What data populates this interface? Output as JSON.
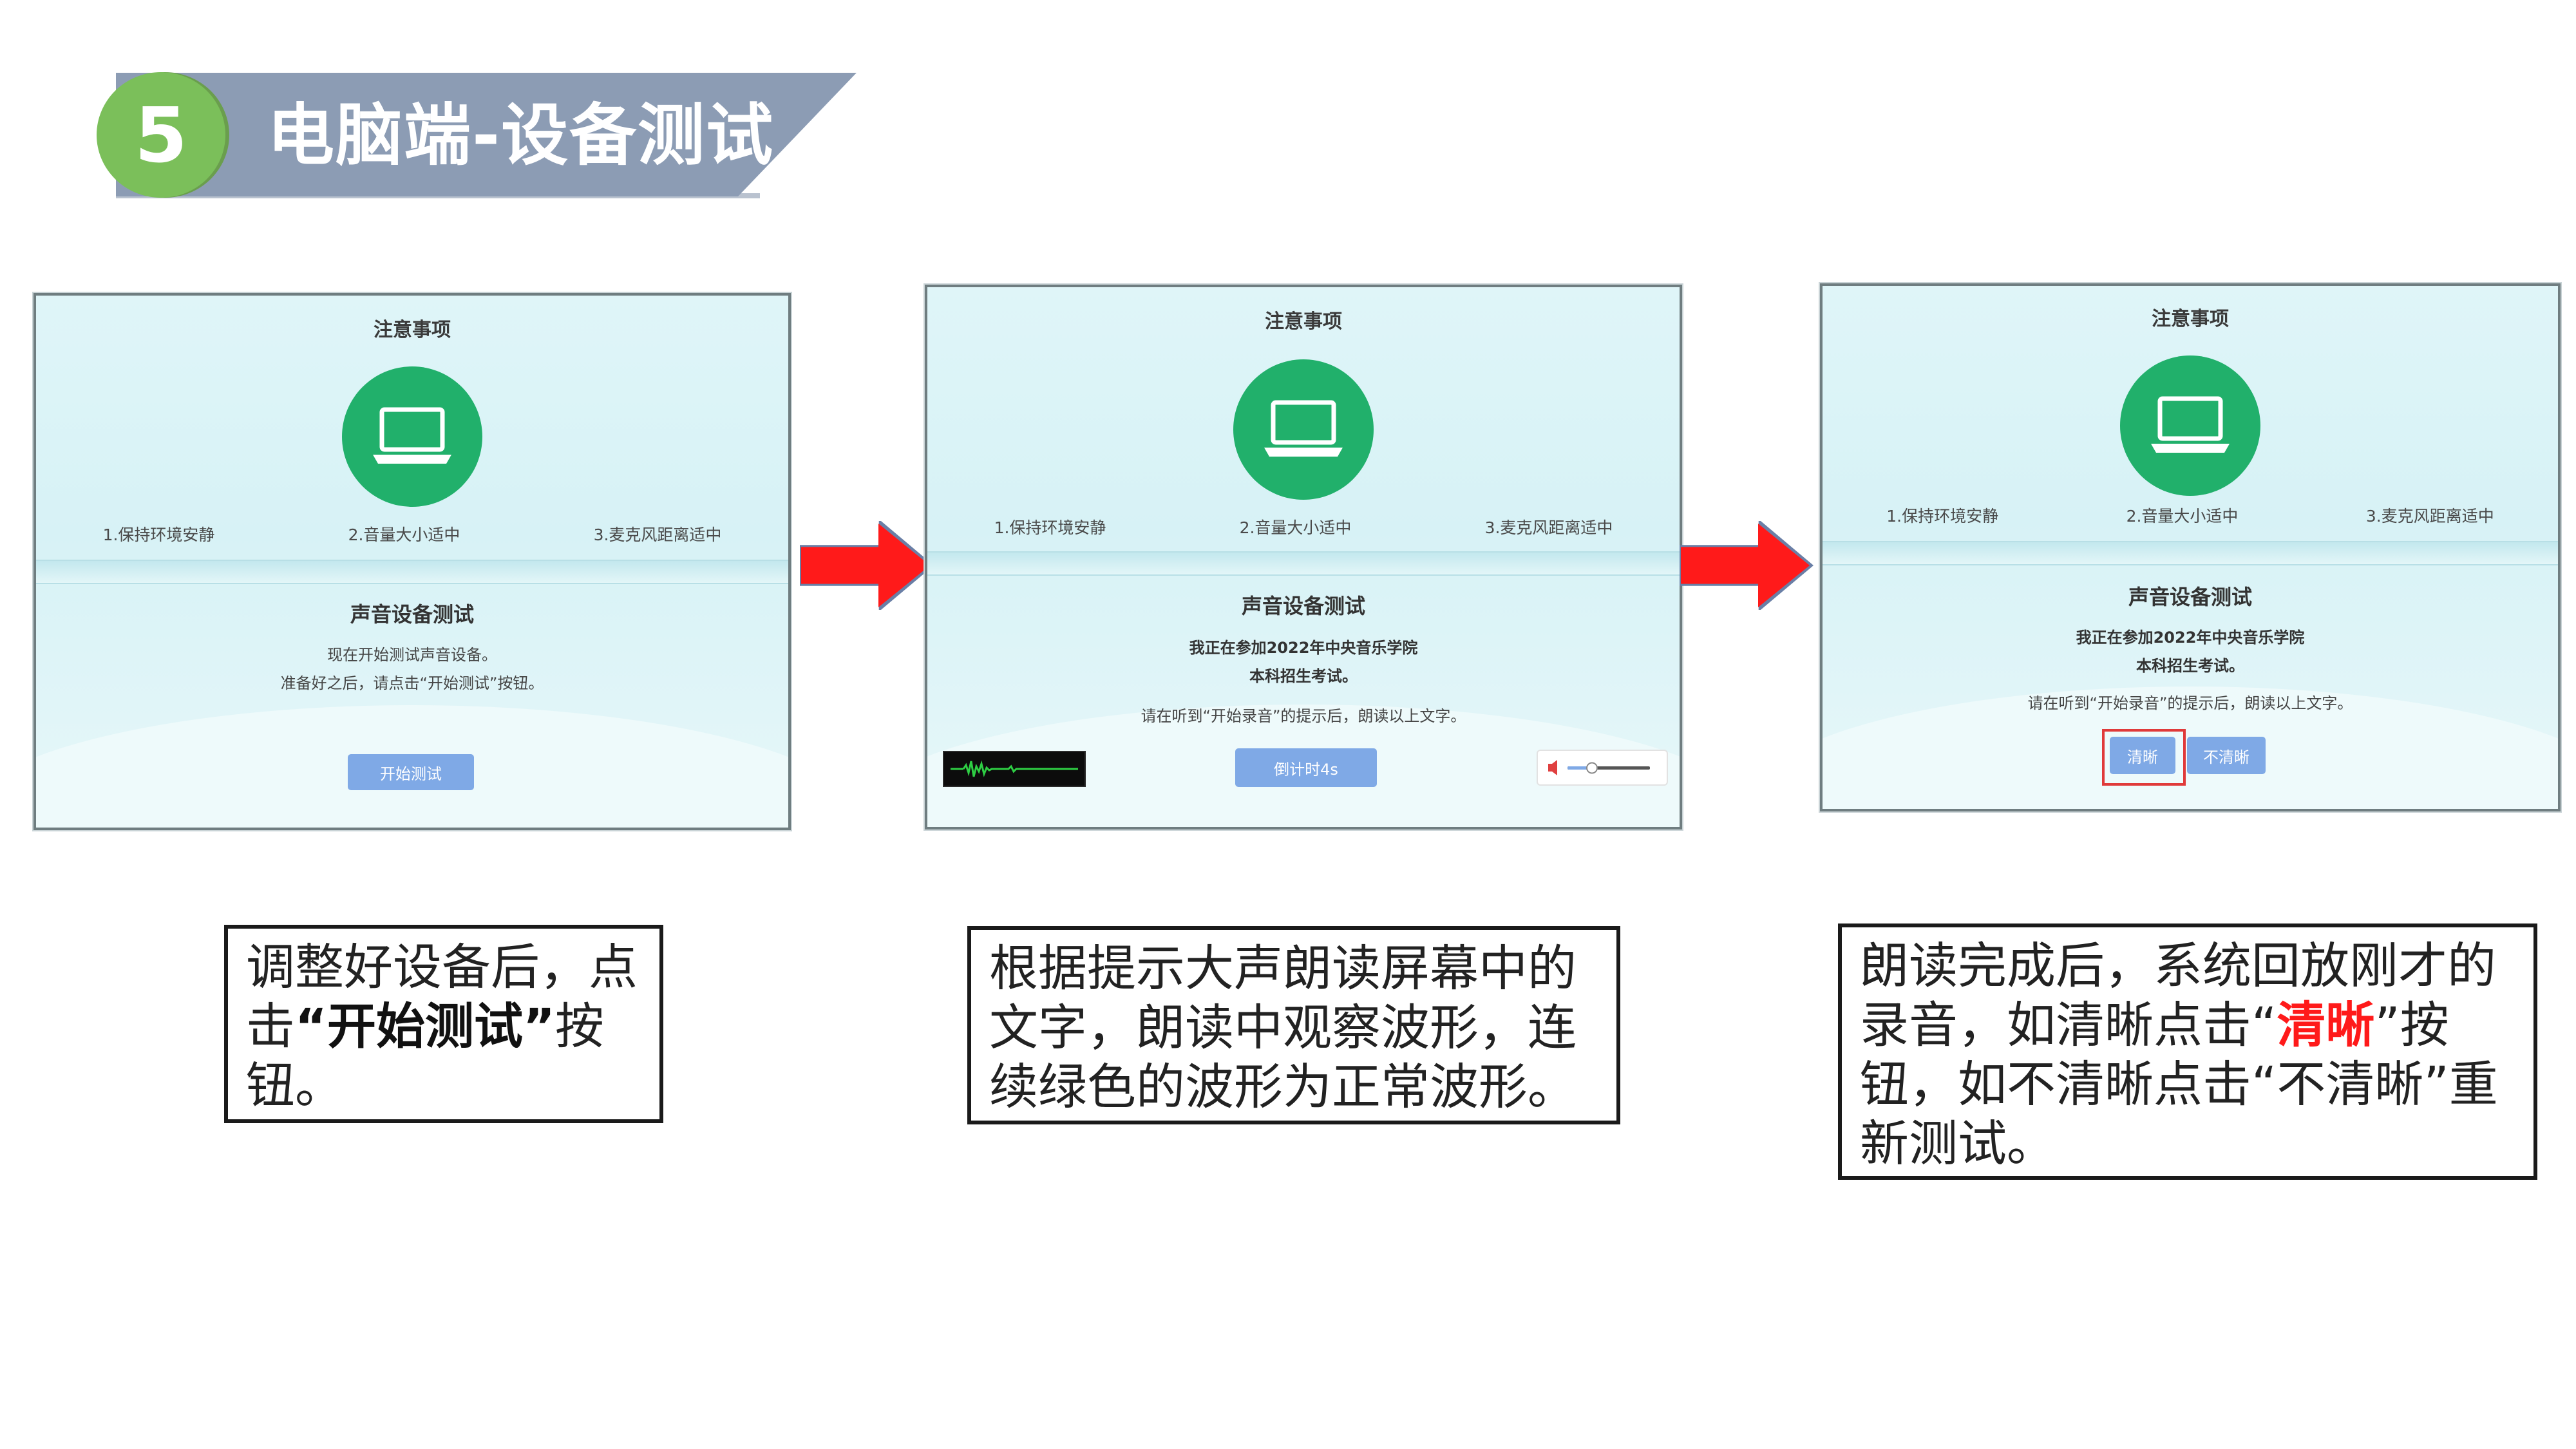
{
  "header": {
    "step_number": "5",
    "title": "电脑端-设备测试"
  },
  "colors": {
    "banner": "#8c9cb4",
    "badge": "#7bbf5a",
    "laptop": "#21b06b",
    "button": "#7fa9e6",
    "arrow": "#ff1a1a",
    "highlight": "#e03a3a"
  },
  "panel1": {
    "notice_title": "注意事项",
    "icon": "laptop-icon",
    "tips": [
      "1.保持环境安静",
      "2.音量大小适中",
      "3.麦克风距离适中"
    ],
    "section_title": "声音设备测试",
    "line1": "现在开始测试声音设备。",
    "line2": "准备好之后，请点击“开始测试”按钮。",
    "button": "开始测试"
  },
  "panel2": {
    "notice_title": "注意事项",
    "icon": "laptop-icon",
    "tips": [
      "1.保持环境安静",
      "2.音量大小适中",
      "3.麦克风距离适中"
    ],
    "section_title": "声音设备测试",
    "bold1": "我正在参加2022年中央音乐学院",
    "bold2": "本科招生考试。",
    "line": "请在听到“开始录音”的提示后，朗读以上文字。",
    "button": "倒计时4s",
    "volume_level": 0.3
  },
  "panel3": {
    "notice_title": "注意事项",
    "icon": "laptop-icon",
    "tips": [
      "1.保持环境安静",
      "2.音量大小适中",
      "3.麦克风距离适中"
    ],
    "section_title": "声音设备测试",
    "bold1": "我正在参加2022年中央音乐学院",
    "bold2": "本科招生考试。",
    "line": "请在听到“开始录音”的提示后，朗读以上文字。",
    "button_clear": "清晰",
    "button_unclear": "不清晰"
  },
  "captions": {
    "c1_part1": "调整好设备后，点击",
    "c1_bold": "“开始测试”",
    "c1_part2": "按钮。",
    "c2": "根据提示大声朗读屏幕中的文字，朗读中观察波形，连续绿色的波形为正常波形。",
    "c3_part1": "朗读完成后，系统回放刚才的录音，如清晰点击“",
    "c3_red": "清晰",
    "c3_part2": "”按钮，如不清晰点击“不清晰”重新测试。"
  }
}
